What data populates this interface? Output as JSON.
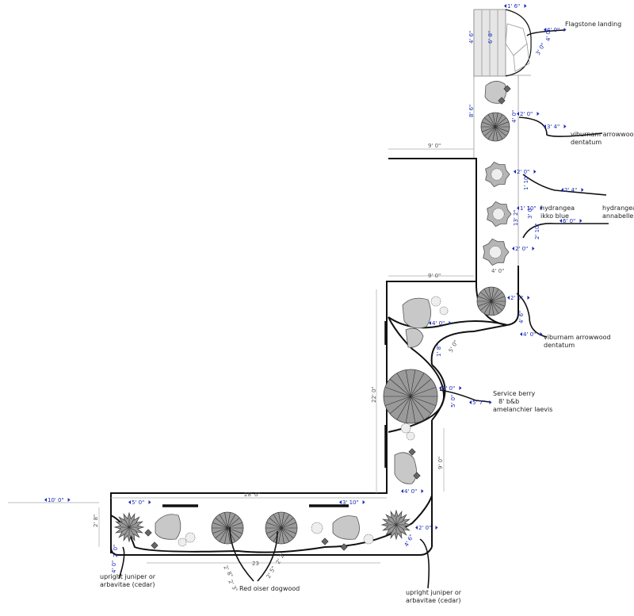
{
  "labels": {
    "flagstone": "Flagstone landing",
    "viburnum_top_1": "viburnam arrowwood",
    "viburnum_top_2": "dentatum",
    "hydrangea_a_1": "hydrangea",
    "hydrangea_a_2": "ikko blue",
    "hydrangea_b_1": "hydrangea",
    "hydrangea_b_2": "annabelle",
    "viburnum_mid_1": "viburnam arrowwood",
    "viburnum_mid_2": "dentatum",
    "service_1": "Service berry",
    "service_2": "8' b&b",
    "service_3": "amelanchier laevis",
    "juniper_left_1": "upright juniper or",
    "juniper_left_2": "arbavitae (cedar)",
    "juniper_right_1": "upright juniper or",
    "juniper_right_2": "arbavitae (cedar)",
    "dogwood": "Red oiser dogwood"
  },
  "dims": {
    "d_1_6": "1' 6\"",
    "d_4_0_flag": "4' 0\"",
    "d_4_0_flag_v": "4' 0\"",
    "d_4_6": "4' 6\"",
    "d_6_8": "6' 8\"",
    "d_3_0": "3' 0\"",
    "d_8_6": "8' 6\"",
    "d_2_0_vib": "2' 0\"",
    "d_4_0_vib": "4' 0\"",
    "d_3_4": "3' 4\"",
    "d_9_0_top": "9' 0\"",
    "d_2_0_h1": "2' 0\"",
    "d_1_10": "1' 10\"",
    "d_2_4": "2' 4\"",
    "d_1_10b": "1' 10\"",
    "d_13_2": "13' 2\"",
    "d_3_0_h": "3' 0\"",
    "d_2_10": "2' 10\"",
    "d_6_0": "6' 0\"",
    "d_2_0_h3": "2' 0\"",
    "d_4_0_mid": "4' 0\"",
    "d_9_0_mid": "9' 0\"",
    "d_2_0_vm": "2' 0\"",
    "d_4_6_vm": "4' 6\"",
    "d_4_0_vm2": "4' 0\"",
    "d_4_0_rock": "4' 0\"",
    "d_1_8": "1' 8\"",
    "d_5_0_arc": "5' 0\"",
    "d_22_0": "22' 0\"",
    "d_3_0_sb": "3' 0\"",
    "d_5_0_sb": "5' 0\"",
    "d_5_7": "5' 7\"",
    "d_9_0_low": "9' 0\"",
    "d_4_0_low": "4' 0\"",
    "d_28_0": "28' 0\"",
    "d_5_0_left": "5' 0\"",
    "d_3_10": "3' 10\"",
    "d_10_0": "10' 0\"",
    "d_2_8": "2' 8\"",
    "d_2_0_jl": "2' 0\"",
    "d_4_0_jl": "4' 0\"",
    "d_2_8b": "2' 8\"",
    "d_2_3": "2' 3\"",
    "d_23": "23",
    "d_2_5": "2' 5\"",
    "d_2_2": "2' 2\"",
    "d_2_0_jr": "2' 0\"",
    "d_4_6_jr": "4' 6\""
  },
  "colors": {
    "dimension": "#1a2ab8",
    "wall": "#111111",
    "plant": "#9a9a9a"
  }
}
